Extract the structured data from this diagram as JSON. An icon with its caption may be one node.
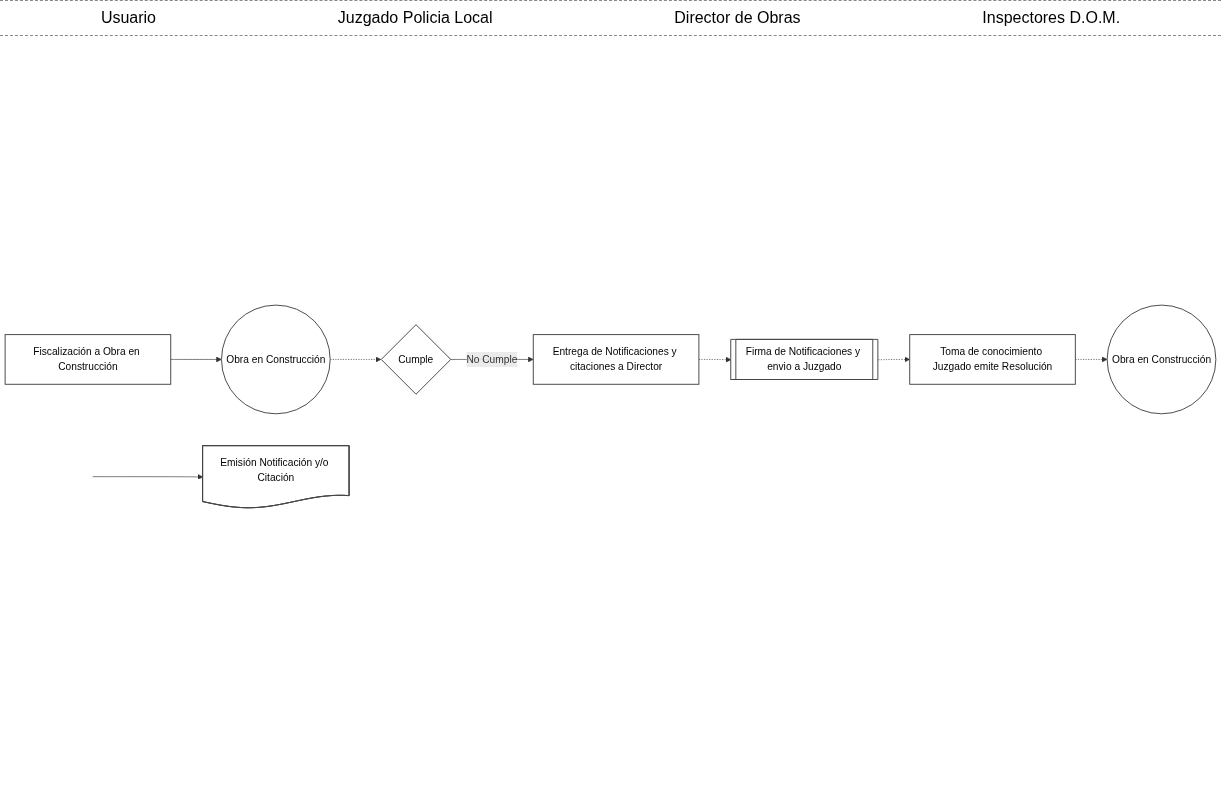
{
  "diagram": {
    "nodes": [
      {
        "text": [
          "Obra en Construcción"
        ]
      },
      {
        "text": [
          "Fiscalización a Obra en Construcción"
        ]
      },
      {
        "text": [
          "Entrega de Notificaciones y citaciones a Director"
        ]
      },
      {
        "text": [
          "Cumple"
        ]
      },
      {
        "text": [
          "Emisión Notificación y/o Citación"
        ]
      },
      {
        "text": [
          "Toma de conocimiento Juzgado emite Resolución"
        ]
      },
      {
        "text": [
          "Firma de Notificaciones y envio a Juzgado"
        ]
      },
      {
        "text": [
          "Obra en Construcción"
        ]
      }
    ],
    "edges": [
      {
        "from": 1,
        "to": 0,
        "arrow": "to"
      },
      {
        "from": 0,
        "to": 3,
        "arrow": "to",
        "style": "dashed"
      },
      {
        "from": 3,
        "to": 2,
        "arrow": "to",
        "label": "No Cumple"
      },
      {
        "from": null,
        "to": 4,
        "arrow": "to"
      },
      {
        "from": 2,
        "to": 6,
        "arrow": "to",
        "style": "dashed"
      },
      {
        "from": 6,
        "to": 5,
        "arrow": "to",
        "style": "dashed"
      },
      {
        "from": 5,
        "to": 7,
        "arrow": "to",
        "style": "dashed"
      }
    ],
    "labels": [
      "Usuario",
      "Juzgado Policia Local",
      "Director de Obras",
      "Inspectores D.O.M."
    ]
  }
}
